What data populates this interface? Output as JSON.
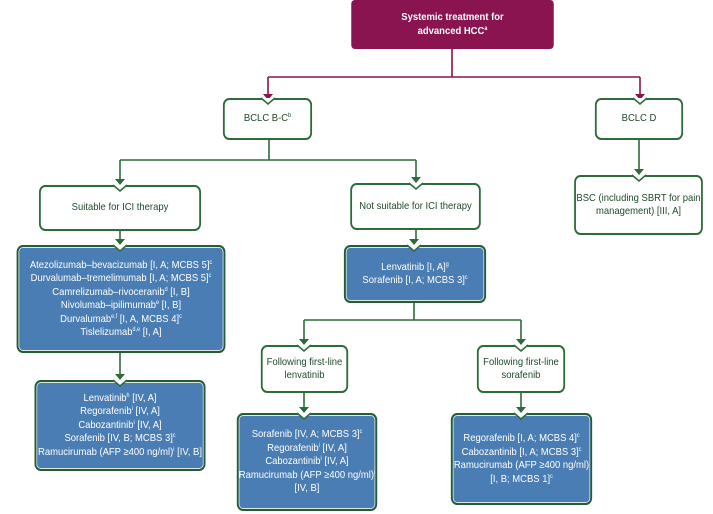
{
  "title": {
    "lines": [
      "Systemic treatment for",
      "advanced HCC"
    ],
    "sup": "a"
  },
  "bclc_bc": {
    "label": "BCLC B-C",
    "sup": "b"
  },
  "bclc_d": {
    "label": "BCLC D"
  },
  "bsc": {
    "lines": [
      "BSC (including SBRT for pain",
      "management) [III, A]"
    ]
  },
  "suitable": {
    "label": "Suitable for ICI therapy"
  },
  "not_suitable": {
    "label": "Not suitable for ICI therapy"
  },
  "ici_first_line": [
    {
      "text": "Atezolizumab–bevacizumab [I, A; MCBS 5]",
      "sup": "c"
    },
    {
      "text": "Durvalumab–tremelimumab [I, A; MCBS 5]",
      "sup": "c"
    },
    {
      "text": "Camrelizumab–rivoceranib",
      "sup": "d",
      "tail": " [I, B]"
    },
    {
      "text": "Nivolumab–ipilimumab",
      "sup": "e",
      "tail": " [I, B]"
    },
    {
      "text": "Durvalumab",
      "sup": "e,f",
      "tail": " [I, A, MCBS 4]",
      "sup2": "c"
    },
    {
      "text": "Tislelizumab",
      "sup": "d,e",
      "tail": " [I, A]"
    }
  ],
  "ici_second_line": [
    {
      "text": "Lenvatinib",
      "sup": "h",
      "tail": " [IV, A]"
    },
    {
      "text": "Regorafenib",
      "sup": "i",
      "tail": " [IV, A]"
    },
    {
      "text": "Cabozantinib",
      "sup": "i",
      "tail": " [IV, A]"
    },
    {
      "text": "Sorafenib [IV, B; MCBS 3]",
      "sup": "c"
    },
    {
      "text": "Ramucirumab (AFP ≥400 ng/ml)",
      "sup": "i",
      "tail": " [IV, B]"
    }
  ],
  "non_ici_first_line": [
    {
      "text": "Lenvatinib [I, A]",
      "sup": "g"
    },
    {
      "text": "Sorafenib [I, A; MCBS 3]",
      "sup": "c"
    }
  ],
  "after_lenvatinib": {
    "lines": [
      "Following first-line",
      "lenvatinib"
    ]
  },
  "after_sorafenib": {
    "lines": [
      "Following first-line",
      "sorafenib"
    ]
  },
  "after_lenvatinib_options": [
    {
      "text": "Sorafenib [IV, A; MCBS 3]",
      "sup": "c"
    },
    {
      "text": "Regorafenib",
      "sup": "i",
      "tail": " [IV, A]"
    },
    {
      "text": "Cabozantinib",
      "sup": "i",
      "tail": " [IV, A]"
    },
    {
      "text": "Ramucirumab (AFP ≥400 ng/ml)",
      "sup": "i"
    },
    {
      "text": "[IV, B]"
    }
  ],
  "after_sorafenib_options": [
    {
      "text": "Regorafenib [I, A; MCBS 4]",
      "sup": "c"
    },
    {
      "text": "Cabozantinib [I, A; MCBS 3]",
      "sup": "c"
    },
    {
      "text": "Ramucirumab (AFP ≥400 ng/ml)"
    },
    {
      "text": "[I, B; MCBS 1]",
      "sup": "c"
    }
  ],
  "colors": {
    "maroon": "#8a1450",
    "green": "#2e6b3a",
    "blue": "#4a7db3"
  }
}
